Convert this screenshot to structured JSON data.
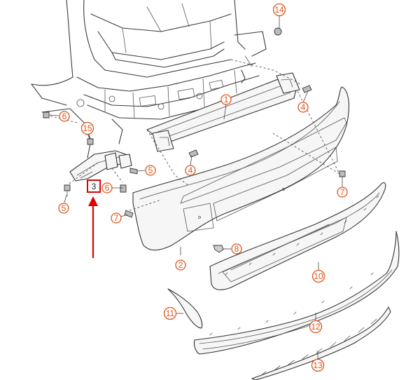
{
  "diagram": {
    "part_labels": [
      {
        "id": "1",
        "text": "1"
      },
      {
        "id": "2",
        "text": "2"
      },
      {
        "id": "3",
        "text": "3"
      },
      {
        "id": "4a",
        "text": "4"
      },
      {
        "id": "4b",
        "text": "4"
      },
      {
        "id": "5a",
        "text": "5"
      },
      {
        "id": "5b",
        "text": "5"
      },
      {
        "id": "6a",
        "text": "6"
      },
      {
        "id": "6b",
        "text": "6"
      },
      {
        "id": "7a",
        "text": "7"
      },
      {
        "id": "7b",
        "text": "7"
      },
      {
        "id": "8",
        "text": "8"
      },
      {
        "id": "10",
        "text": "10"
      },
      {
        "id": "11",
        "text": "11"
      },
      {
        "id": "12",
        "text": "12"
      },
      {
        "id": "13",
        "text": "13"
      },
      {
        "id": "14",
        "text": "14"
      },
      {
        "id": "15",
        "text": "15"
      }
    ],
    "highlight": {
      "label": "3",
      "color": "#e00000"
    },
    "colors": {
      "label_accent": "#e2561d",
      "highlight": "#e00000",
      "line": "#3a3a3a"
    }
  }
}
